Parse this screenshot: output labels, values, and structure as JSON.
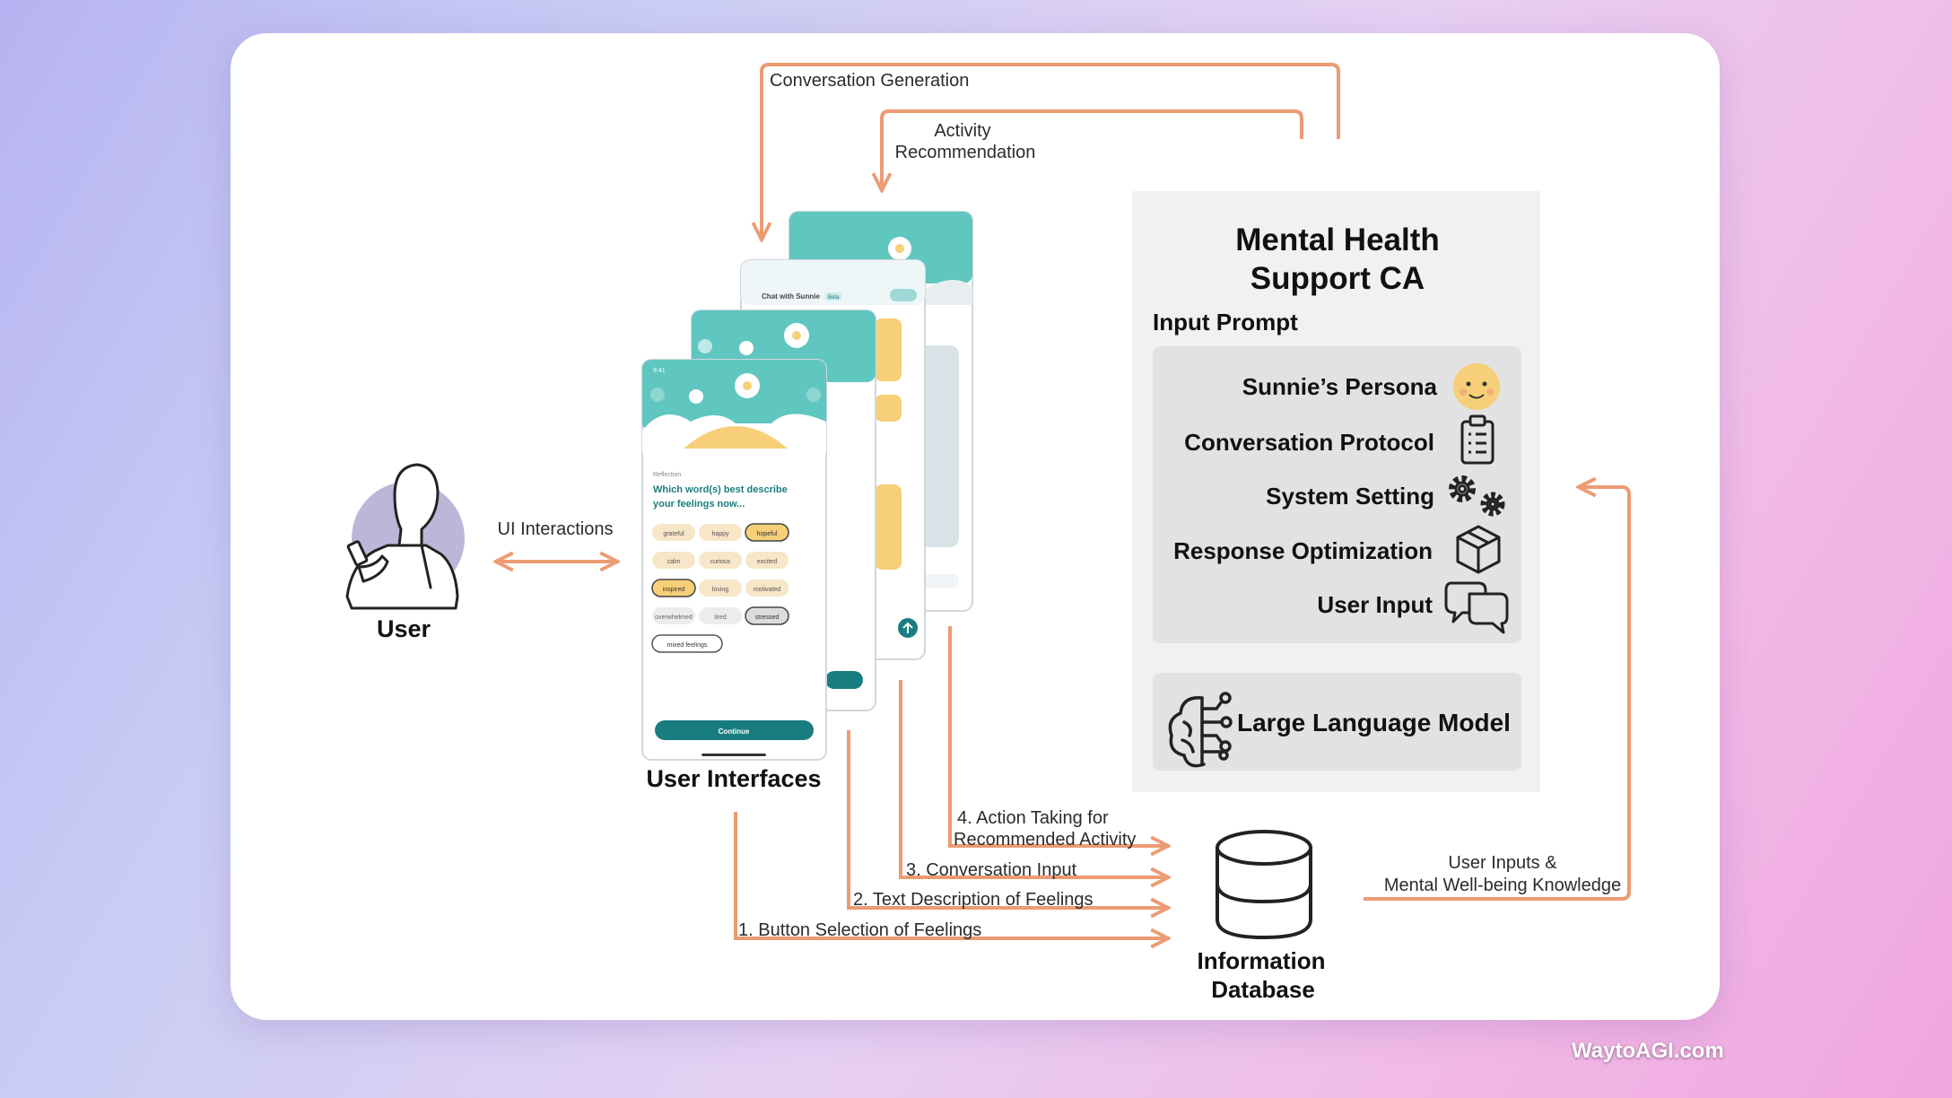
{
  "colors": {
    "arrow": "#ec9b73",
    "panel": "#f2f2f2",
    "prompt_box": "#e3e3e3",
    "teal": "#5fc6c0",
    "dark_teal": "#197d80",
    "sun": "#f6cf78",
    "user_circle": "#bdb6d8"
  },
  "flows": {
    "conversation_generation": "Conversation Generation",
    "activity_recommendation_1": "Activity",
    "activity_recommendation_2": "Recommendation",
    "ui_interactions": "UI Interactions",
    "step4_1": "4. Action Taking for",
    "step4_2": "Recommended Activity",
    "step3": "3. Conversation Input",
    "step2": "2. Text Description of Feelings",
    "step1": "1. Button Selection of Feelings",
    "user_inputs_1": "User Inputs &",
    "user_inputs_2": "Mental Well-being Knowledge"
  },
  "user": {
    "label": "User"
  },
  "ui": {
    "label": "User Interfaces",
    "question_small": "Reflection",
    "question_1": "Which word(s) best describe",
    "question_2": "your feelings now...",
    "feelings": [
      {
        "label": "grateful",
        "style": "tan"
      },
      {
        "label": "happy",
        "style": "tan"
      },
      {
        "label": "hopeful",
        "style": "sel-tan"
      },
      {
        "label": "calm",
        "style": "tan"
      },
      {
        "label": "curious",
        "style": "tan"
      },
      {
        "label": "excited",
        "style": "tan"
      },
      {
        "label": "inspired",
        "style": "sel-tan"
      },
      {
        "label": "loving",
        "style": "tan"
      },
      {
        "label": "motivated",
        "style": "tan"
      },
      {
        "label": "overwhelmed",
        "style": "gray"
      },
      {
        "label": "tired",
        "style": "gray"
      },
      {
        "label": "stressed",
        "style": "sel-gray"
      },
      {
        "label": "mixed feelings",
        "style": "outline"
      }
    ],
    "continue": "Continue",
    "chat_title": "Chat with Sunnie",
    "chat_badge": "Beta",
    "status_time": "9:41"
  },
  "ca": {
    "title_1": "Mental Health",
    "title_2": "Support CA",
    "input_prompt": "Input Prompt",
    "items": [
      {
        "label": "Sunnie’s Persona",
        "icon": "sun-face-icon"
      },
      {
        "label": "Conversation Protocol",
        "icon": "clipboard-list-icon"
      },
      {
        "label": "System Setting",
        "icon": "gears-icon"
      },
      {
        "label": "Response Optimization",
        "icon": "cube-icon"
      },
      {
        "label": "User Input",
        "icon": "chat-bubbles-icon"
      }
    ],
    "llm": "Large Language Model"
  },
  "database": {
    "label_1": "Information",
    "label_2": "Database"
  },
  "watermark": "WaytoAGI.com"
}
